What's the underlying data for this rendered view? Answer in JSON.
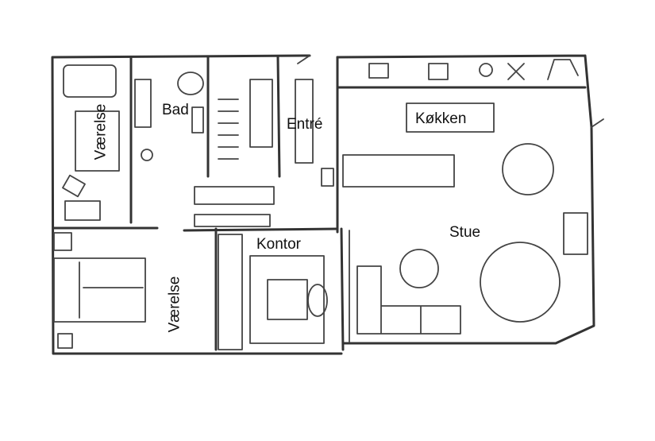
{
  "rooms": {
    "vaerelse_top": "Værelse",
    "bad": "Bad",
    "entre": "Entré",
    "kokken": "Køkken",
    "stue": "Stue",
    "kontor": "Kontor",
    "vaerelse_bottom": "Værelse"
  }
}
